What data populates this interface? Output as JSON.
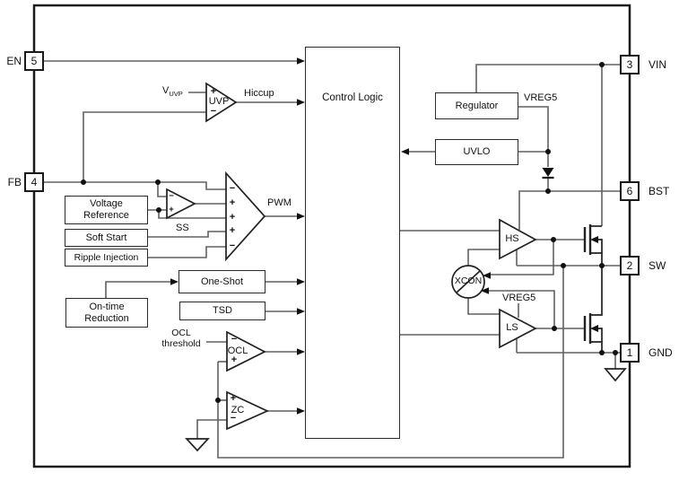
{
  "colors": {
    "ink": "#1f1f1f",
    "wire": "#606060",
    "background": "#ffffff"
  },
  "chip": {
    "control_logic": "Control Logic"
  },
  "pins": {
    "en": {
      "name": "EN",
      "num": "5"
    },
    "fb": {
      "name": "FB",
      "num": "4"
    },
    "vin": {
      "name": "VIN",
      "num": "3"
    },
    "bst": {
      "name": "BST",
      "num": "6"
    },
    "sw": {
      "name": "SW",
      "num": "2"
    },
    "gnd": {
      "name": "GND",
      "num": "1"
    }
  },
  "blocks": {
    "voltage_reference": {
      "line1": "Voltage",
      "line2": "Reference"
    },
    "soft_start": "Soft Start",
    "ripple_injection": "Ripple Injection",
    "one_shot": "One-Shot",
    "tsd": "TSD",
    "on_time_reduction": {
      "line1": "On-time",
      "line2": "Reduction"
    },
    "regulator": "Regulator",
    "uvlo": "UVLO"
  },
  "comparators": {
    "uvp": "UVP",
    "ocl": "OCL",
    "zc": "ZC"
  },
  "drivers": {
    "hs": "HS",
    "ls": "LS",
    "xcon": "XCON"
  },
  "labels": {
    "hiccup": "Hiccup",
    "pwm": "PWM",
    "ss": "SS",
    "vuvp_v": "V",
    "vuvp_sub": "UVP",
    "ocl_threshold_line1": "OCL",
    "ocl_threshold_line2": "threshold",
    "vreg5_regulator": "VREG5",
    "vreg5_ls": "VREG5"
  },
  "signs": {
    "plus": "+",
    "minus": "−"
  }
}
